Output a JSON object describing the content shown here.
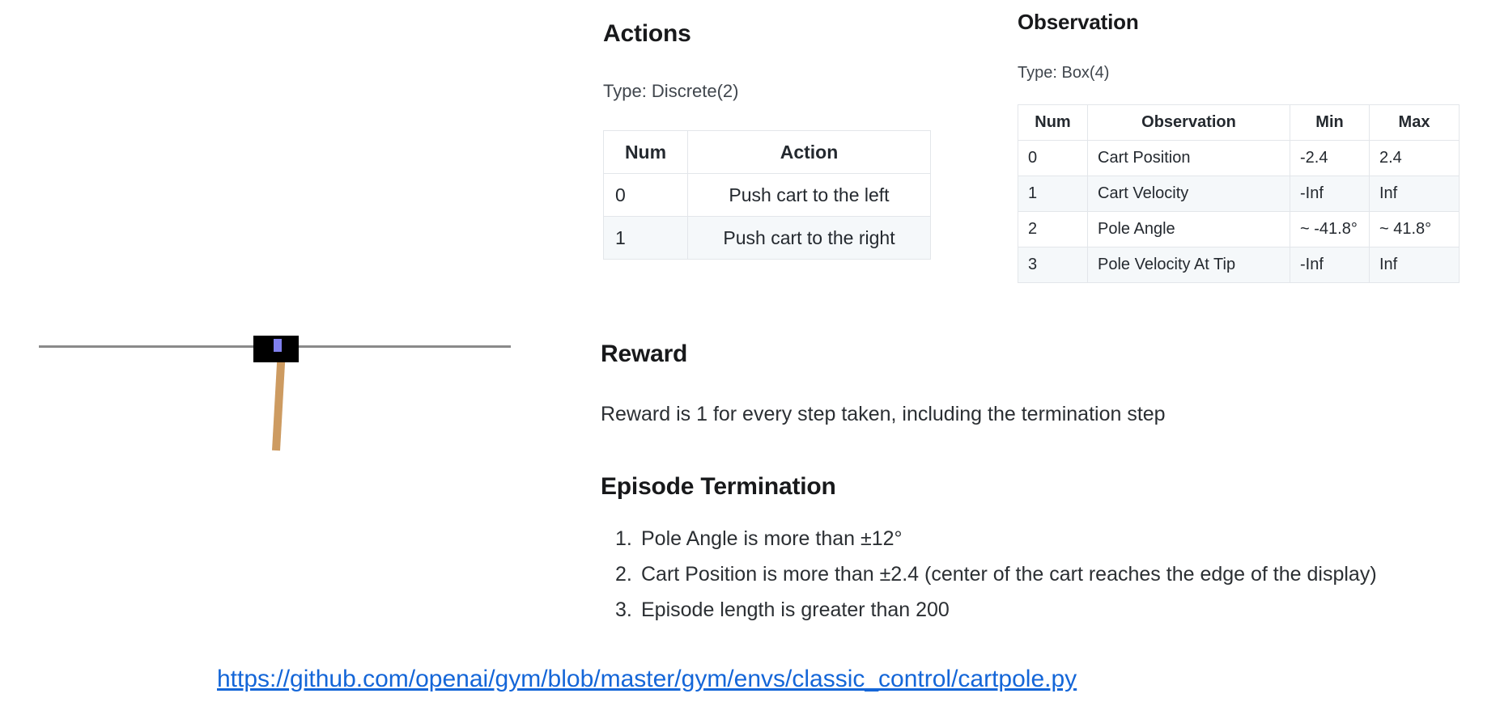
{
  "illustration": {
    "name": "cartpole-environment-render",
    "cart_color": "#000000",
    "pole_color": "#cd9b61",
    "axle_color": "#8080ee",
    "track_color": "#8a8a8a"
  },
  "actions": {
    "heading": "Actions",
    "type_line": "Type: Discrete(2)",
    "columns": [
      "Num",
      "Action"
    ],
    "rows": [
      {
        "num": "0",
        "action": "Push cart to the left"
      },
      {
        "num": "1",
        "action": "Push cart to the right"
      }
    ]
  },
  "observation": {
    "heading": "Observation",
    "type_line": "Type: Box(4)",
    "columns": [
      "Num",
      "Observation",
      "Min",
      "Max"
    ],
    "rows": [
      {
        "num": "0",
        "name": "Cart Position",
        "min": "-2.4",
        "max": "2.4"
      },
      {
        "num": "1",
        "name": "Cart Velocity",
        "min": "-Inf",
        "max": "Inf"
      },
      {
        "num": "2",
        "name": "Pole Angle",
        "min": "~ -41.8°",
        "max": "~ 41.8°"
      },
      {
        "num": "3",
        "name": "Pole Velocity At Tip",
        "min": "-Inf",
        "max": "Inf"
      }
    ]
  },
  "reward": {
    "heading": "Reward",
    "text": "Reward is 1 for every step taken, including the termination step"
  },
  "termination": {
    "heading": "Episode Termination",
    "items": [
      {
        "marker": "1.",
        "text": "Pole Angle is more than ±12°"
      },
      {
        "marker": "2.",
        "text": "Cart Position is more than ±2.4 (center of the cart reaches the edge of the display)"
      },
      {
        "marker": "3.",
        "text": "Episode length is greater than 200"
      }
    ]
  },
  "footer": {
    "link_text": "https://github.com/openai/gym/blob/master/gym/envs/classic_control/cartpole.py",
    "link_color": "#1466d8"
  }
}
